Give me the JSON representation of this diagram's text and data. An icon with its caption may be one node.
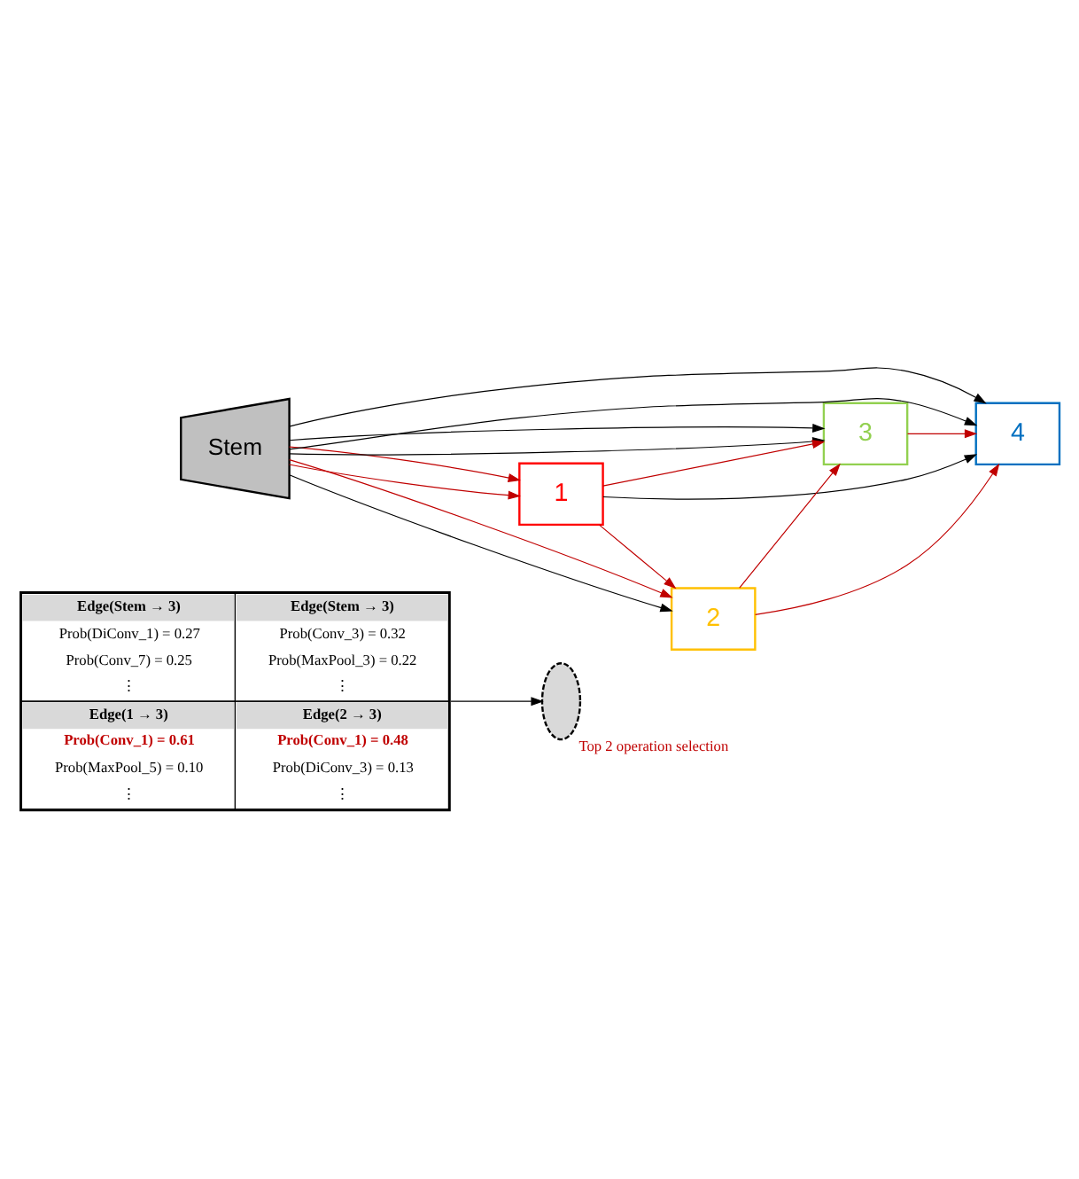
{
  "diagram": {
    "nodes": [
      {
        "text": [
          "Edge(Stem → 3)",
          "Prob(DiConv_1) = 0.27",
          "Prob(Conv_7) = 0.25",
          "⋮",
          "Edge(Stem → 3)",
          "Prob(Conv_3) = 0.32",
          "Prob(MaxPool_3) = 0.22",
          "⋮",
          "Edge(1 → 3)",
          "Prob(Conv_1) = 0.61",
          "Prob(MaxPool_5) = 0.10",
          "⋮",
          "Edge(2 → 3)",
          "Prob(Conv_1) = 0.48",
          "Prob(DiConv_3) = 0.13",
          "⋮"
        ]
      },
      {
        "text": [
          "Stem"
        ]
      },
      {
        "text": [
          "1"
        ]
      },
      {
        "text": [
          "2"
        ]
      },
      {
        "text": [
          "3"
        ]
      },
      {
        "text": [
          "4"
        ]
      },
      {
        "text": [],
        "shape": "ellipse",
        "beside": [
          "Top 2 operation selection"
        ]
      }
    ],
    "edges": [
      {
        "from": 0,
        "to": 6,
        "arrow": "to",
        "color": "#000000"
      },
      {
        "from": 1,
        "to": 2,
        "arrow": "to"
      },
      {
        "from": 1,
        "to": 2,
        "arrow": "to"
      },
      {
        "from": 1,
        "to": 4,
        "arrow": "to",
        "color": "#000000"
      },
      {
        "from": 1,
        "to": 4,
        "arrow": "to",
        "color": "#000000"
      },
      {
        "from": 1,
        "to": 5,
        "arrow": "to",
        "color": "#000000"
      },
      {
        "from": 1,
        "to": 5,
        "arrow": "to",
        "color": "#000000"
      },
      {
        "from": 1,
        "to": 3,
        "arrow": "to",
        "color": "#000000"
      },
      {
        "from": 1,
        "to": 3,
        "arrow": "to"
      },
      {
        "from": 2,
        "to": 4,
        "arrow": "to"
      },
      {
        "from": 2,
        "to": 5,
        "arrow": "to",
        "color": "#000000"
      },
      {
        "from": 2,
        "to": 3,
        "arrow": "to"
      },
      {
        "from": 3,
        "to": 4,
        "arrow": "to"
      },
      {
        "from": 3,
        "to": 5,
        "arrow": "to"
      },
      {
        "from": 4,
        "to": 5,
        "arrow": "to"
      }
    ]
  }
}
